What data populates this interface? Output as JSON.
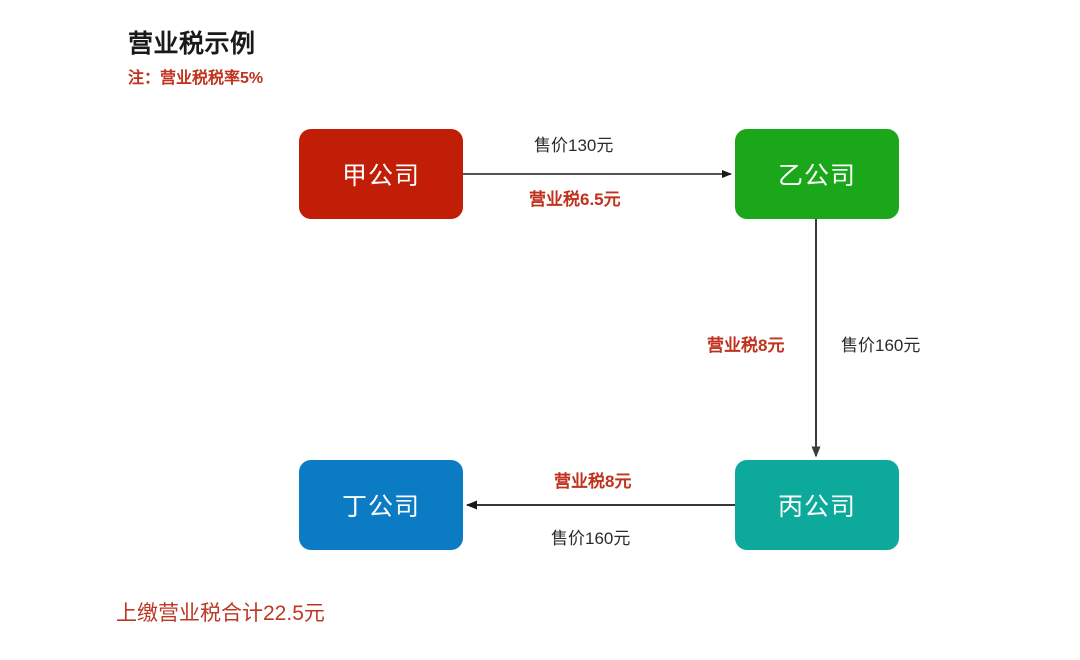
{
  "header": {
    "title": "营业税示例",
    "note": "注：营业税税率5%"
  },
  "nodes": {
    "jia": {
      "label": "甲公司",
      "color": "#c21d06"
    },
    "yi": {
      "label": "乙公司",
      "color": "#1aa81a"
    },
    "bing": {
      "label": "丙公司",
      "color": "#0da99a"
    },
    "ding": {
      "label": "丁公司",
      "color": "#0b7cc4"
    }
  },
  "edges": {
    "jia_to_yi": {
      "price_label": "售价130元",
      "tax_label": "营业税6.5元"
    },
    "yi_to_bing": {
      "tax_label": "营业税8元",
      "price_label": "售价160元"
    },
    "bing_to_ding": {
      "tax_label": "营业税8元",
      "price_label": "售价160元"
    }
  },
  "footer": {
    "total": "上缴营业税合计22.5元"
  },
  "colors": {
    "tax_red": "#c0321d",
    "price_black": "#2b2b2b",
    "arrow": "#1a1a1a",
    "footer_red": "#bd3824"
  }
}
